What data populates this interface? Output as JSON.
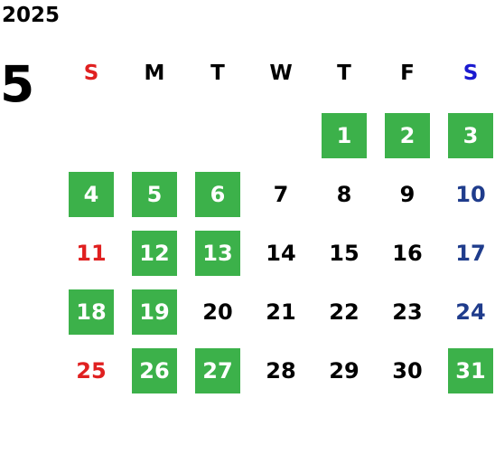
{
  "year": "2025",
  "month": "5",
  "weekdays": [
    {
      "label": "S",
      "color": "#e02020"
    },
    {
      "label": "M",
      "color": "#000000"
    },
    {
      "label": "T",
      "color": "#000000"
    },
    {
      "label": "W",
      "color": "#000000"
    },
    {
      "label": "T",
      "color": "#000000"
    },
    {
      "label": "F",
      "color": "#000000"
    },
    {
      "label": "S",
      "color": "#1a1ad0"
    }
  ],
  "colors": {
    "highlight_bg": "#3cb14a",
    "highlight_text": "#ffffff",
    "sunday": "#e02020",
    "saturday": "#1f3c8c",
    "weekday": "#000000"
  },
  "weeks": [
    [
      {
        "day": ""
      },
      {
        "day": ""
      },
      {
        "day": ""
      },
      {
        "day": ""
      },
      {
        "day": "1",
        "highlighted": true
      },
      {
        "day": "2",
        "highlighted": true
      },
      {
        "day": "3",
        "highlighted": true
      }
    ],
    [
      {
        "day": "4",
        "highlighted": true
      },
      {
        "day": "5",
        "highlighted": true
      },
      {
        "day": "6",
        "highlighted": true
      },
      {
        "day": "7",
        "highlighted": false
      },
      {
        "day": "8",
        "highlighted": false
      },
      {
        "day": "9",
        "highlighted": false
      },
      {
        "day": "10",
        "highlighted": false
      }
    ],
    [
      {
        "day": "11",
        "highlighted": false
      },
      {
        "day": "12",
        "highlighted": true
      },
      {
        "day": "13",
        "highlighted": true
      },
      {
        "day": "14",
        "highlighted": false
      },
      {
        "day": "15",
        "highlighted": false
      },
      {
        "day": "16",
        "highlighted": false
      },
      {
        "day": "17",
        "highlighted": false
      }
    ],
    [
      {
        "day": "18",
        "highlighted": true
      },
      {
        "day": "19",
        "highlighted": true
      },
      {
        "day": "20",
        "highlighted": false
      },
      {
        "day": "21",
        "highlighted": false
      },
      {
        "day": "22",
        "highlighted": false
      },
      {
        "day": "23",
        "highlighted": false
      },
      {
        "day": "24",
        "highlighted": false
      }
    ],
    [
      {
        "day": "25",
        "highlighted": false
      },
      {
        "day": "26",
        "highlighted": true
      },
      {
        "day": "27",
        "highlighted": true
      },
      {
        "day": "28",
        "highlighted": false
      },
      {
        "day": "29",
        "highlighted": false
      },
      {
        "day": "30",
        "highlighted": false
      },
      {
        "day": "31",
        "highlighted": true
      }
    ]
  ]
}
